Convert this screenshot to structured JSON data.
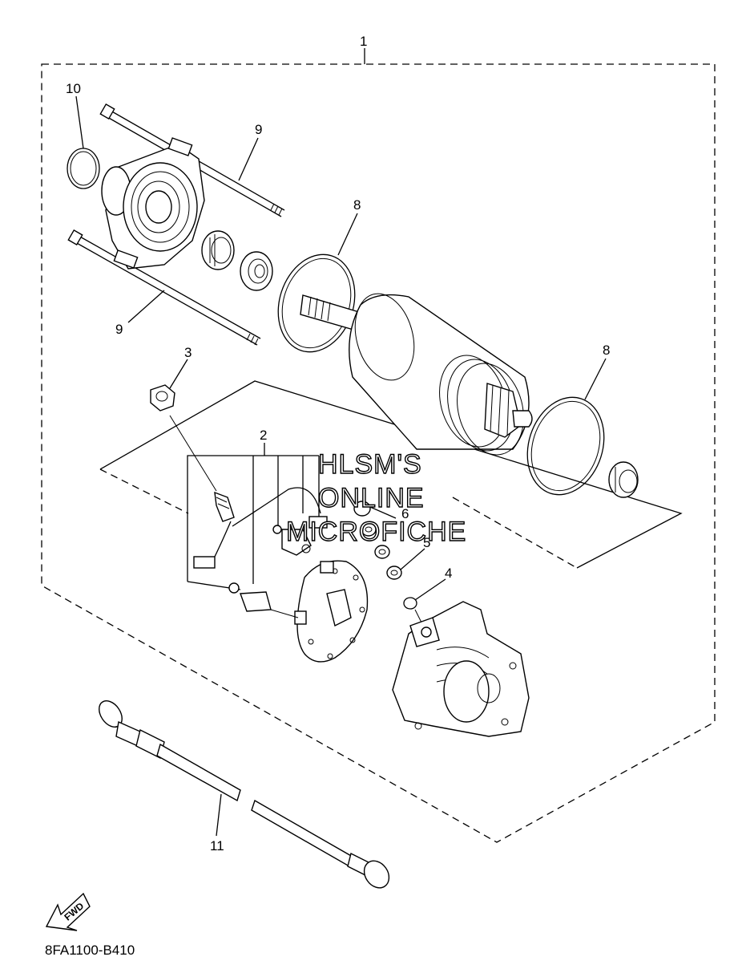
{
  "callouts": {
    "c1": "1",
    "c2": "2",
    "c3": "3",
    "c4": "4",
    "c5": "5",
    "c6": "6",
    "c8a": "8",
    "c8b": "8",
    "c9a": "9",
    "c9b": "9",
    "c10": "10",
    "c11": "11"
  },
  "watermark": {
    "line1": "HLSM'S",
    "line2": "ONLINE",
    "line3": "MICROFICHE"
  },
  "fwd_label": "FWD",
  "diagram_code": "8FA1100-B410"
}
